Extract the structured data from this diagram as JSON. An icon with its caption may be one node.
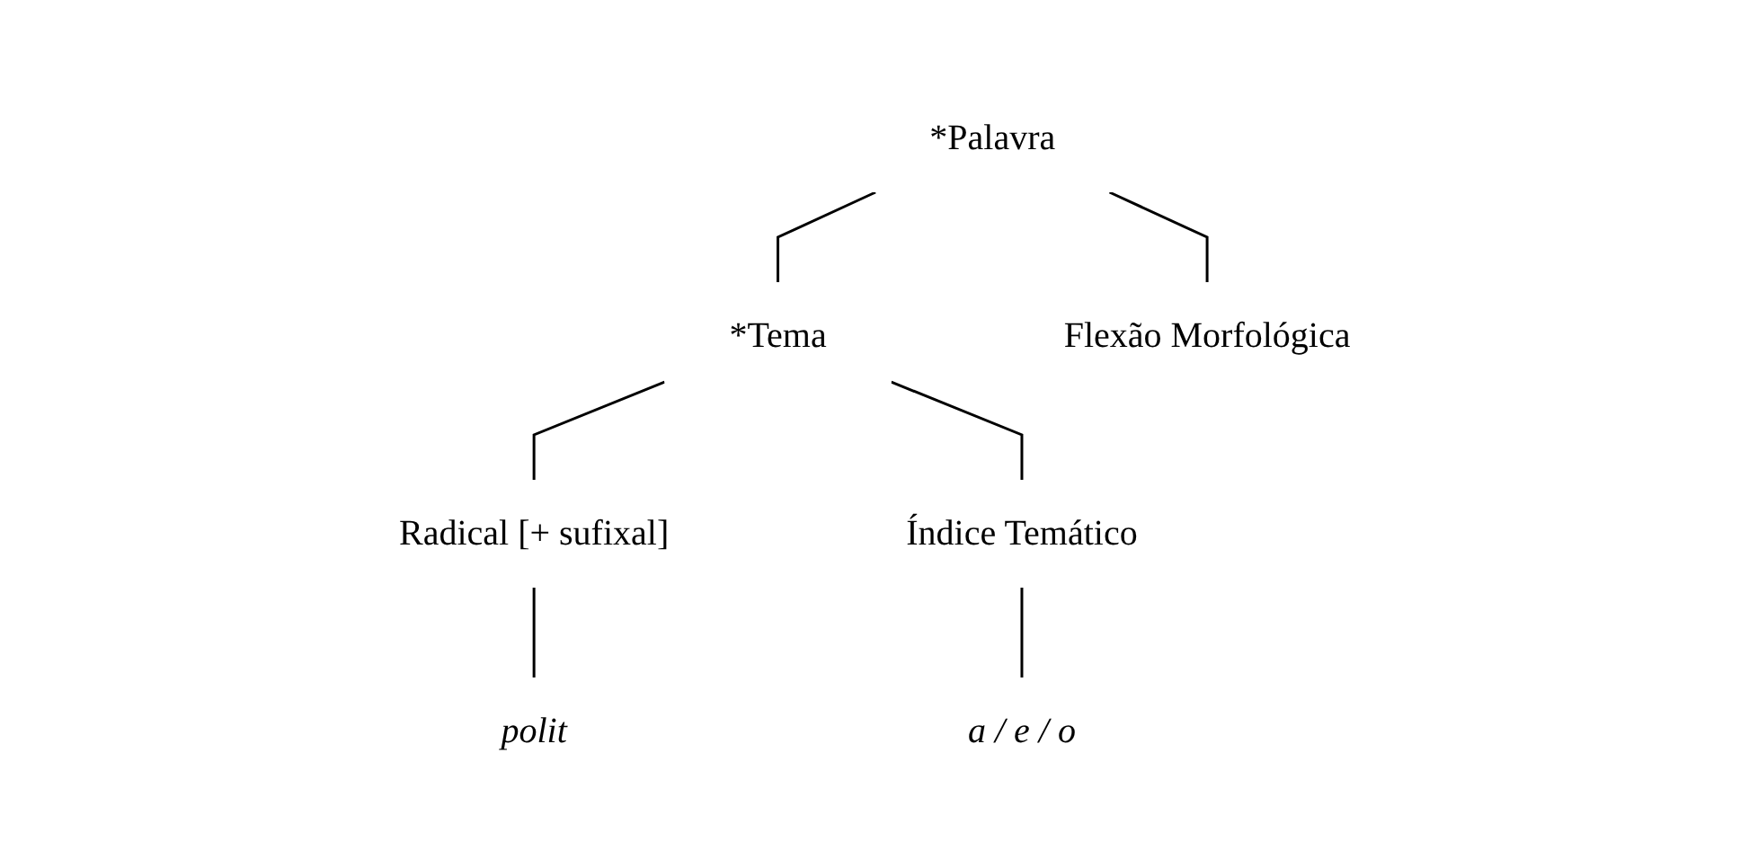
{
  "diagram": {
    "nodes": [
      {
        "text": [
          "*Palavra"
        ]
      },
      {
        "text": [
          "*Tema"
        ]
      },
      {
        "text": [
          "Flexão Morfológica"
        ]
      },
      {
        "text": [
          "Radical [+ sufixal]"
        ]
      },
      {
        "text": [
          "Índice Temático"
        ]
      },
      {
        "text": [
          "polit"
        ]
      },
      {
        "text": [
          "a / e / o"
        ]
      }
    ],
    "edges": [
      {
        "from": 0,
        "to": 1,
        "arrow": "none"
      },
      {
        "from": 0,
        "to": 2,
        "arrow": "none"
      },
      {
        "from": 1,
        "to": 3,
        "arrow": "none"
      },
      {
        "from": 1,
        "to": 4,
        "arrow": "none"
      },
      {
        "from": 3,
        "to": 5,
        "arrow": "none"
      },
      {
        "from": 4,
        "to": 6,
        "arrow": "none"
      }
    ]
  }
}
